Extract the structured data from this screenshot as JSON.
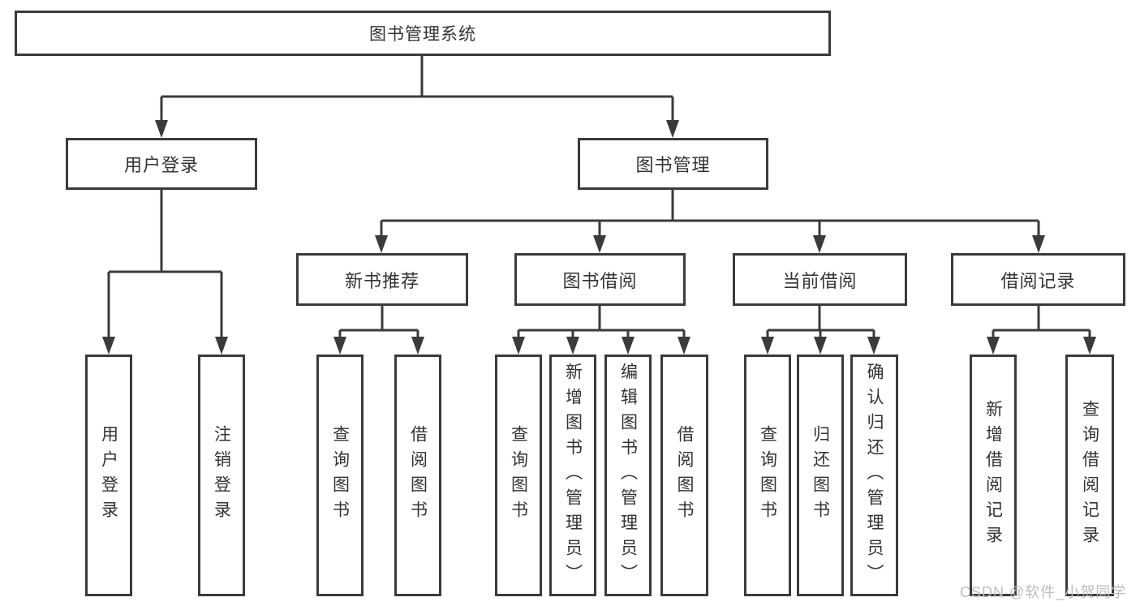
{
  "colors": {
    "line": "#3b3b3b",
    "text": "#333333",
    "box_background": "#ffffff",
    "watermark": "#bdbdbd"
  },
  "root": {
    "label": "图书管理系统"
  },
  "level2": {
    "user_login": "用户登录",
    "book_management": "图书管理"
  },
  "level3": {
    "new_book": "新书推荐",
    "book_borrow": "图书借阅",
    "current_borrow": "当前借阅",
    "borrow_record": "借阅记录"
  },
  "leaves": {
    "login": "用户登录",
    "logout": "注销登录",
    "nb_query": "查询图书",
    "nb_borrow": "借阅图书",
    "bb_query": "查询图书",
    "bb_add": "新增图书（管理员）",
    "bb_edit": "编辑图书（管理员）",
    "bb_borrow": "借阅图书",
    "cb_query": "查询图书",
    "cb_return": "归还图书",
    "cb_confirm": "确认归还（管理员）",
    "br_add": "新增借阅记录",
    "br_query": "查询借阅记录"
  },
  "watermark": "CSDN @软件_小贺同学"
}
